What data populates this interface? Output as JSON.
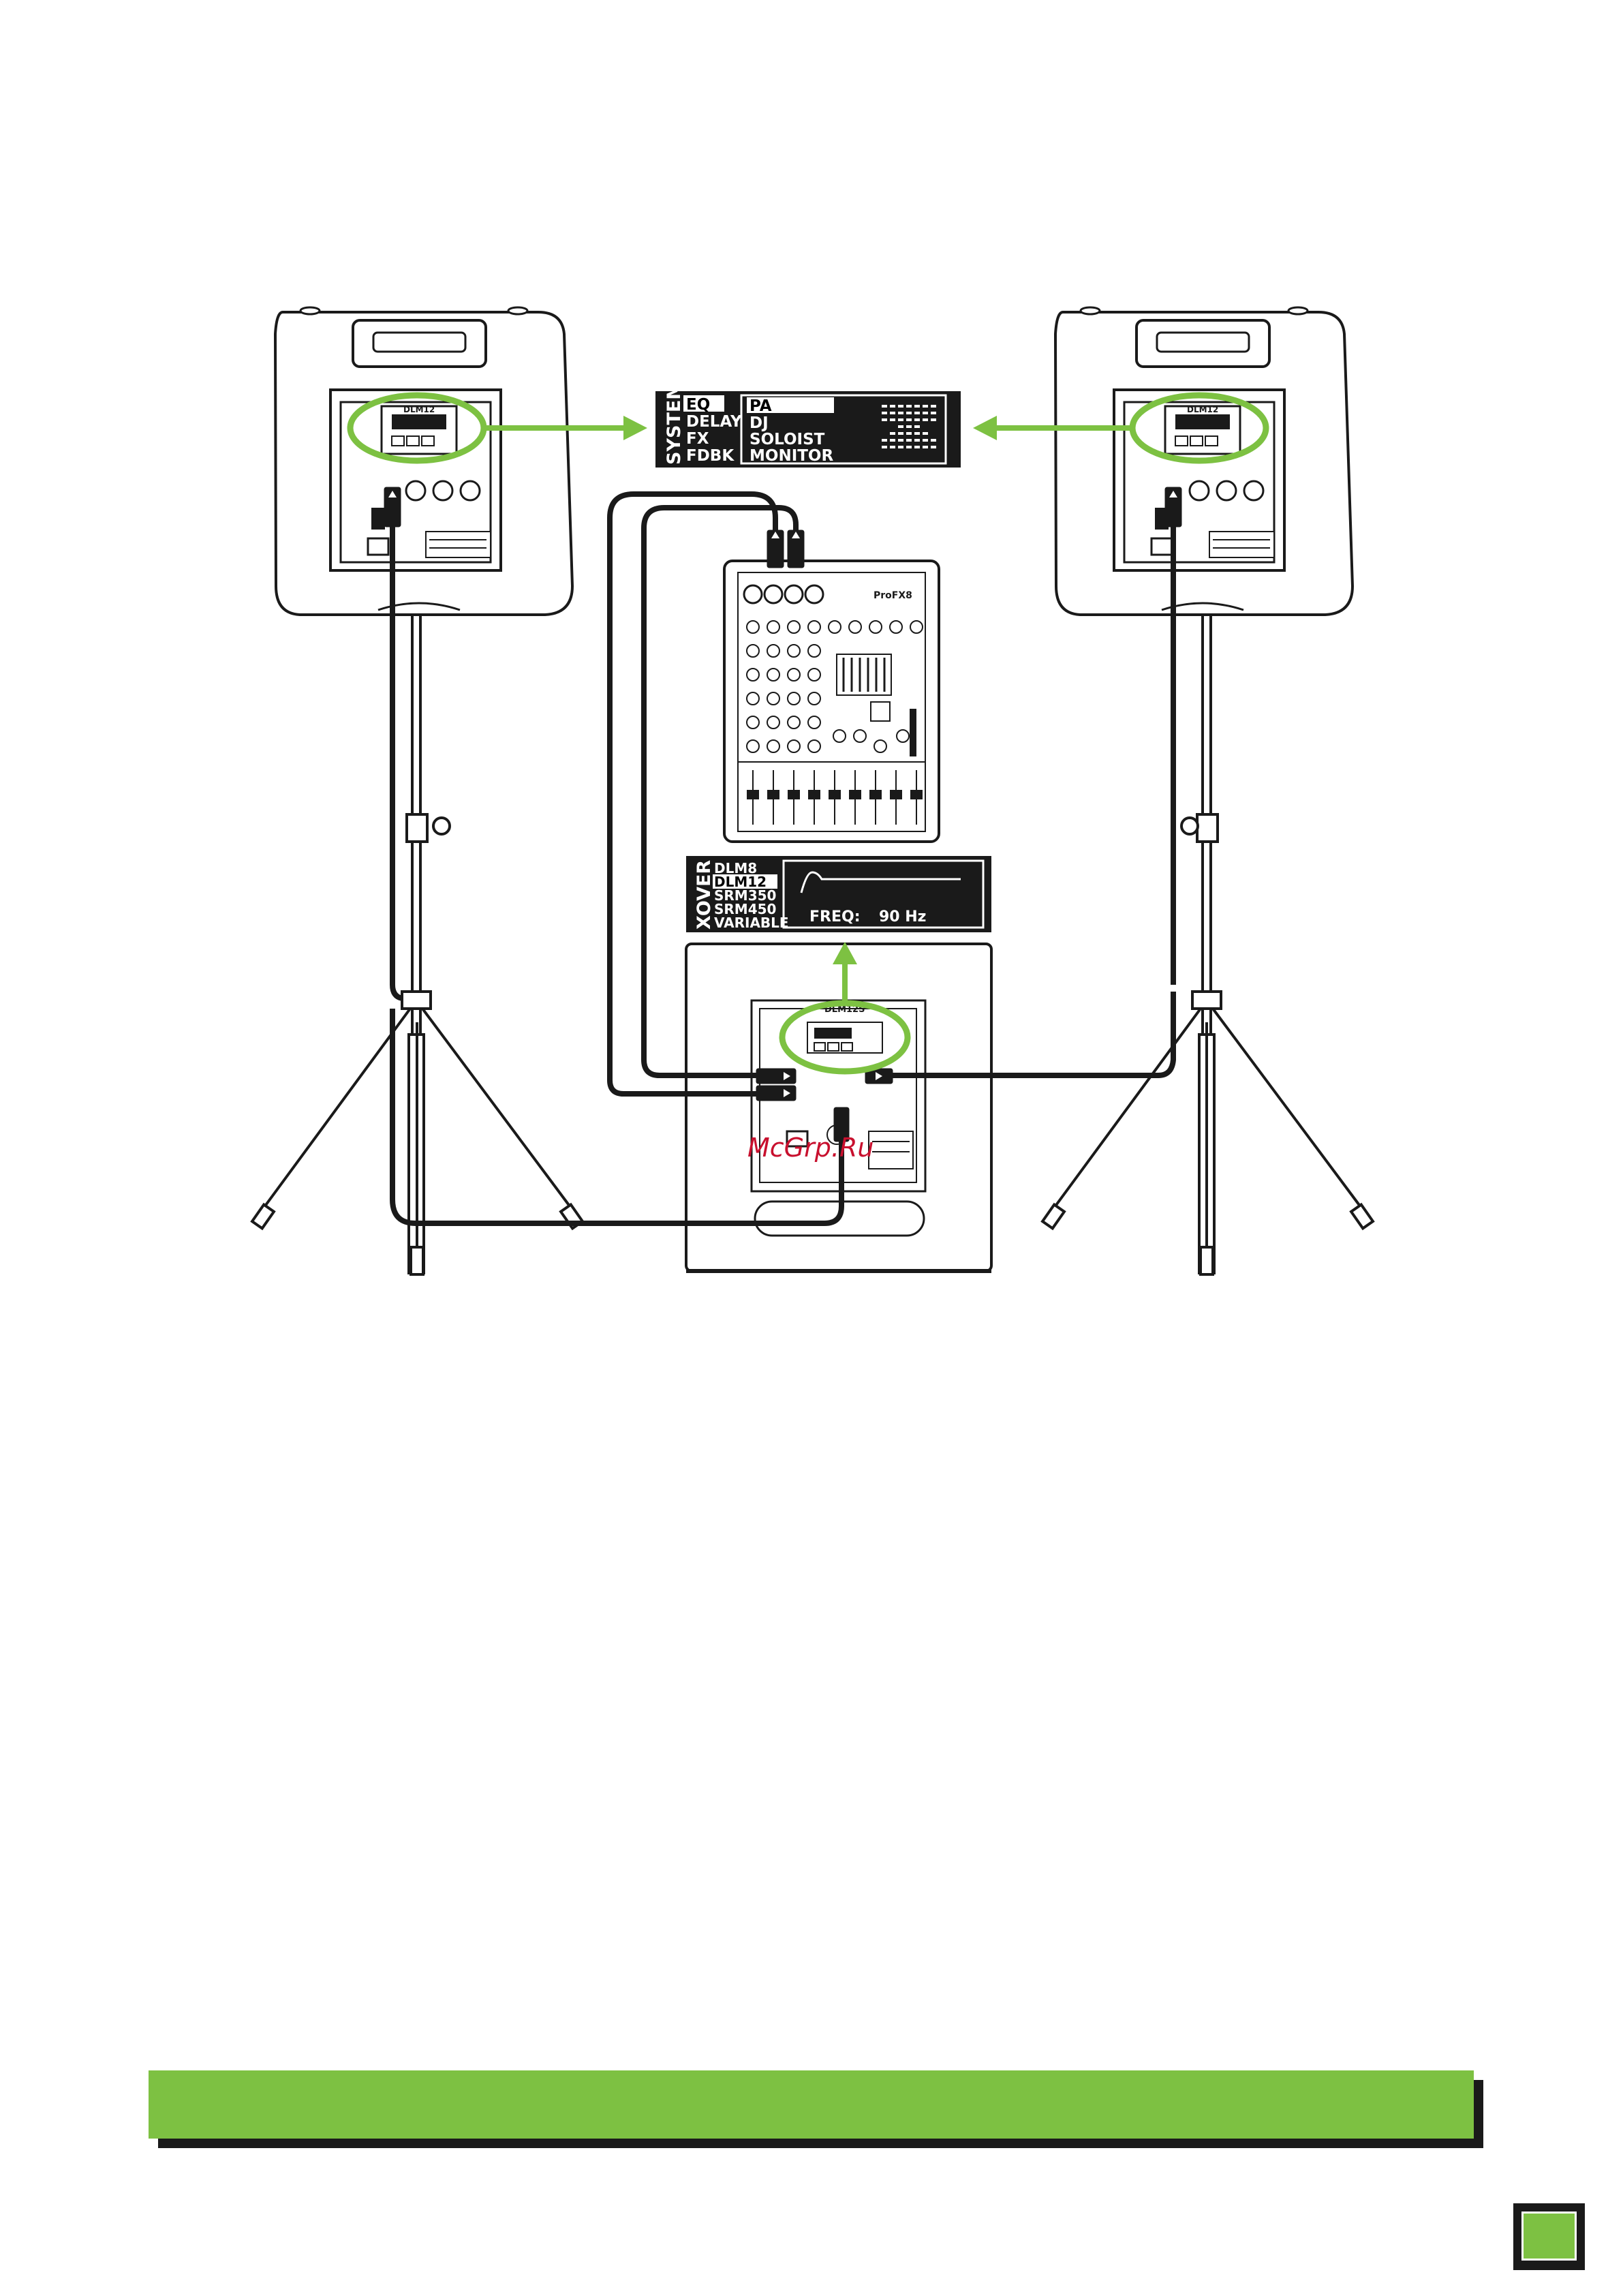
{
  "colors": {
    "accent_green": "#7dc142",
    "line": "#1a1a1a",
    "watermark": "#c8102e"
  },
  "system_display": {
    "vertical_label": "SYSTEM",
    "menu": [
      "EQ",
      "DELAY",
      "FX",
      "FDBK"
    ],
    "selected_menu": "EQ",
    "options": [
      "PA",
      "DJ",
      "SOLOIST",
      "MONITOR"
    ],
    "selected_option": "PA"
  },
  "xover_display": {
    "vertical_label": "XOVER",
    "options": [
      "DLM8",
      "DLM12",
      "SRM350",
      "SRM450",
      "VARIABLE"
    ],
    "selected_option": "DLM12",
    "freq_label": "FREQ:",
    "freq_value": "90 Hz"
  },
  "devices": {
    "left_speaker_model": "DLM12",
    "right_speaker_model": "DLM12",
    "subwoofer_model": "DLM12S",
    "mixer_brand": "ProFX8"
  },
  "watermark": "McGrp.Ru",
  "icons": [
    "green-arrow-icon",
    "xlr-connector-icon",
    "power-inlet-icon"
  ]
}
